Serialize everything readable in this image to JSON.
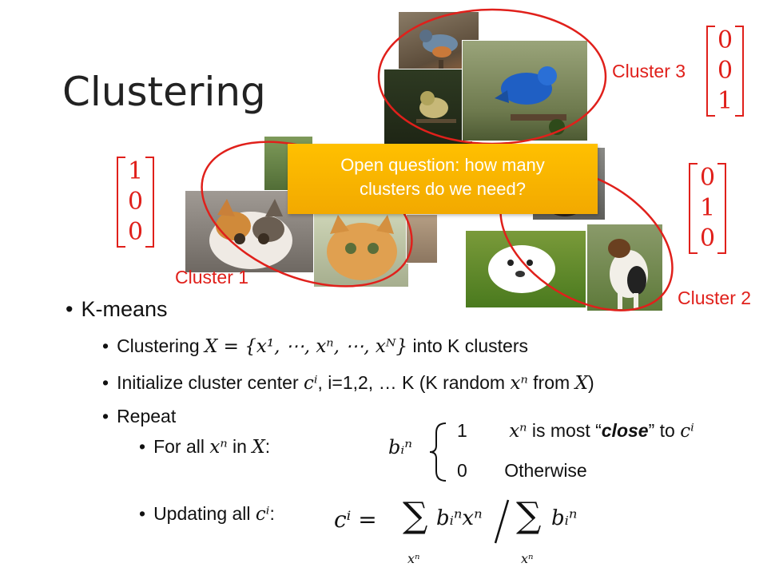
{
  "title": "Clustering",
  "clusters": [
    {
      "label": "Cluster 1",
      "vector": [
        "1",
        "0",
        "0"
      ]
    },
    {
      "label": "Cluster 2",
      "vector": [
        "0",
        "1",
        "0"
      ]
    },
    {
      "label": "Cluster 3",
      "vector": [
        "0",
        "0",
        "1"
      ]
    }
  ],
  "callout": {
    "line1": "Open question: how many",
    "line2": "clusters do we need?"
  },
  "bullets": {
    "main": "K-means",
    "step1_pre": "Clustering ",
    "step1_math": "X = {x¹, ⋯, xⁿ, ⋯, xᴺ}",
    "step1_post": " into K clusters",
    "step2_pre": "Initialize cluster center ",
    "step2_math": "cⁱ",
    "step2_mid": ", i=1,2, … K (K random ",
    "step2_math2": "xⁿ",
    "step2_from": " from ",
    "step2_math3": "X",
    "step2_post": ")",
    "repeat": "Repeat",
    "forall_pre": "For all ",
    "forall_math": "xⁿ",
    "forall_in": " in ",
    "forall_math2": "X",
    "forall_post": ":",
    "b_symbol": "bᵢⁿ",
    "case1_value": "1",
    "case1_math": "xⁿ",
    "case1_text_a": " is most “",
    "case1_bold": "close",
    "case1_text_b": "” to ",
    "case1_math2": "cⁱ",
    "case0_value": "0",
    "case0_text": "Otherwise",
    "update_pre": "Updating all ",
    "update_math": "cⁱ",
    "update_post": ":",
    "formula_lhs": "cⁱ =",
    "formula_sum_sub": "xⁿ",
    "formula_num": "bᵢⁿxⁿ",
    "formula_den": "bᵢⁿ"
  },
  "colors": {
    "accent_red": "#e0201b",
    "callout": "#ffc000"
  }
}
